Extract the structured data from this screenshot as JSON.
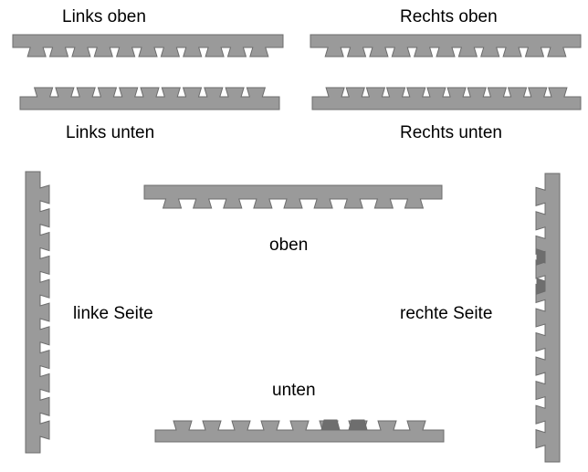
{
  "labels": {
    "links_oben": "Links oben",
    "rechts_oben": "Rechts oben",
    "links_unten": "Links unten",
    "rechts_unten": "Rechts unten",
    "oben": "oben",
    "linke_seite": "linke Seite",
    "rechte_seite": "rechte Seite",
    "unten": "unten"
  },
  "colors": {
    "strip_fill": "#9a9a9a",
    "strip_stroke": "#6c6c6c",
    "highlight_tab": "#6e6e6e",
    "background": "#ffffff",
    "text": "#000000"
  }
}
